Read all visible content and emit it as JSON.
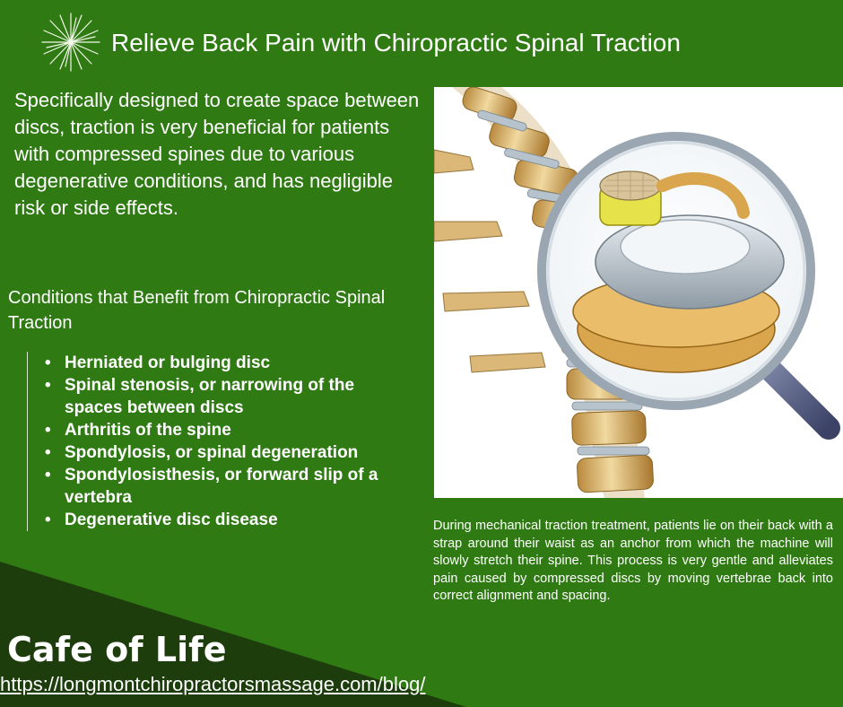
{
  "header": {
    "title": "Relieve Back Pain with Chiropractic Spinal Traction",
    "icon": "starburst-icon"
  },
  "intro": "Specifically designed to create space between discs, traction is very beneficial for patients with compressed spines due to various degenerative conditions, and has negligible risk or side effects.",
  "conditions": {
    "heading": "Conditions that Benefit from Chiropractic Spinal Traction",
    "items": [
      "Herniated or bulging disc",
      "Spinal stenosis, or narrowing of the spaces between discs",
      "Arthritis of the spine",
      "Spondylosis, or spinal degeneration",
      "Spondylosisthesis, or forward slip of a vertebra",
      "Degenerative disc disease"
    ]
  },
  "caption": "During mechanical traction treatment, patients lie on their back with a strap around their waist as an anchor from which the machine will slowly stretch their spine. This process is very gentle and alleviates pain caused by compressed discs by moving vertebrae back into correct alignment and spacing.",
  "footer": {
    "brand": "Cafe of Life",
    "url": "https://longmontchiropractorsmassage.com/blog/"
  },
  "colors": {
    "background": "#2f7a13",
    "dark_band": "#1d3d0c",
    "text": "#ffffff"
  }
}
